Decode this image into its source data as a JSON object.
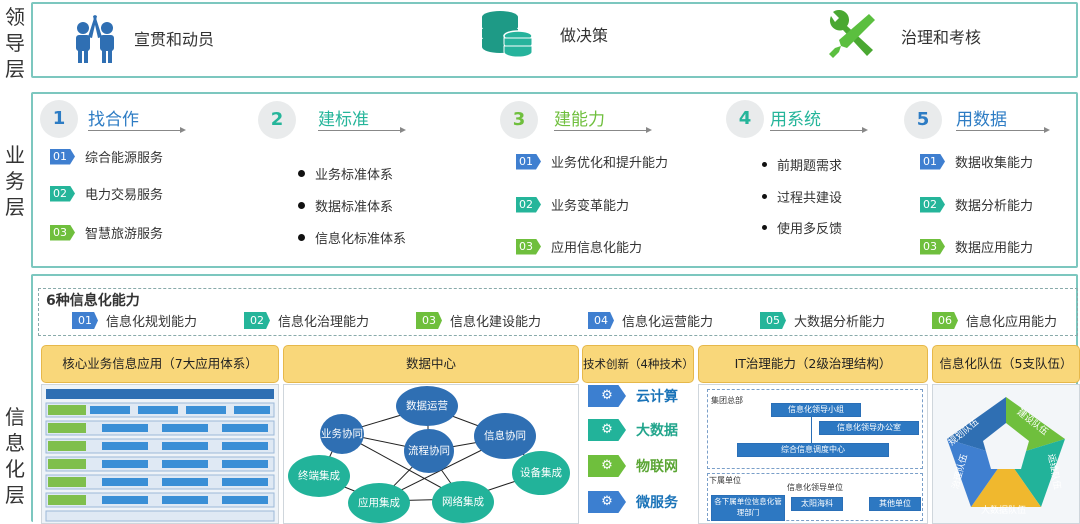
{
  "side_labels": {
    "leadership": "领导层",
    "business": "业务层",
    "informatization": "信息化层"
  },
  "leadership": {
    "items": [
      {
        "label": "宣贯和动员",
        "icon": "people-high-five-icon"
      },
      {
        "label": "做决策",
        "icon": "database-stack-icon"
      },
      {
        "label": "治理和考核",
        "icon": "tools-wrench-screwdriver-icon"
      }
    ]
  },
  "business": {
    "steps": [
      {
        "num": "1",
        "title": "找合作",
        "color": "#2d7cc4",
        "items": [
          {
            "n": "01",
            "label": "综合能源服务",
            "c": "#3f7fd0"
          },
          {
            "n": "02",
            "label": "电力交易服务",
            "c": "#25b59a"
          },
          {
            "n": "03",
            "label": "智慧旅游服务",
            "c": "#6fbf3d"
          }
        ]
      },
      {
        "num": "2",
        "title": "建标准",
        "color": "#25b59a",
        "bullets": [
          "业务标准体系",
          "数据标准体系",
          "信息化标准体系"
        ]
      },
      {
        "num": "3",
        "title": "建能力",
        "color": "#6fbf3d",
        "items": [
          {
            "n": "01",
            "label": "业务优化和提升能力",
            "c": "#3f7fd0"
          },
          {
            "n": "02",
            "label": "业务变革能力",
            "c": "#25b59a"
          },
          {
            "n": "03",
            "label": "应用信息化能力",
            "c": "#6fbf3d"
          }
        ]
      },
      {
        "num": "4",
        "title": "用系统",
        "color": "#25b59a",
        "bullets": [
          "前期题需求",
          "过程共建设",
          "使用多反馈"
        ]
      },
      {
        "num": "5",
        "title": "用数据",
        "color": "#2d7cc4",
        "items": [
          {
            "n": "01",
            "label": "数据收集能力",
            "c": "#3f7fd0"
          },
          {
            "n": "02",
            "label": "数据分析能力",
            "c": "#25b59a"
          },
          {
            "n": "03",
            "label": "数据应用能力",
            "c": "#6fbf3d"
          }
        ]
      }
    ]
  },
  "capabilities": {
    "title": "6种信息化能力",
    "items": [
      {
        "n": "01",
        "label": "信息化规划能力",
        "c": "#3f7fd0"
      },
      {
        "n": "02",
        "label": "信息化治理能力",
        "c": "#25b59a"
      },
      {
        "n": "03",
        "label": "信息化建设能力",
        "c": "#6fbf3d"
      },
      {
        "n": "04",
        "label": "信息化运营能力",
        "c": "#3f7fd0"
      },
      {
        "n": "05",
        "label": "大数据分析能力",
        "c": "#25b59a"
      },
      {
        "n": "06",
        "label": "信息化应用能力",
        "c": "#6fbf3d"
      }
    ]
  },
  "panels": {
    "core": {
      "title": "核心业务信息应用（7大应用体系）"
    },
    "data_center": {
      "title": "数据中心",
      "nodes": [
        "数据运营",
        "业务协同",
        "流程协同",
        "信息协同",
        "终端集成",
        "设备集成",
        "应用集成",
        "网络集成"
      ]
    },
    "tech": {
      "title": "技术创新（4种技术）",
      "items": [
        "云计算",
        "大数据",
        "物联网",
        "微服务"
      ]
    },
    "it_gov": {
      "title": "IT治理能力（2级治理结构）",
      "group_hq": "集团总部",
      "lower_unit": "下属单位",
      "boxes": [
        "信息化领导小组",
        "信息化领导办公室",
        "综合信息调度中心",
        "信息化领导单位",
        "各下属单位信息化管理部门",
        "太阳海科",
        "其他单位"
      ]
    },
    "team": {
      "title": "信息化队伍（5支队伍）",
      "segments": [
        "规划队伍",
        "建设队伍",
        "运维队伍",
        "大数据队伍",
        "治理队伍"
      ]
    }
  }
}
